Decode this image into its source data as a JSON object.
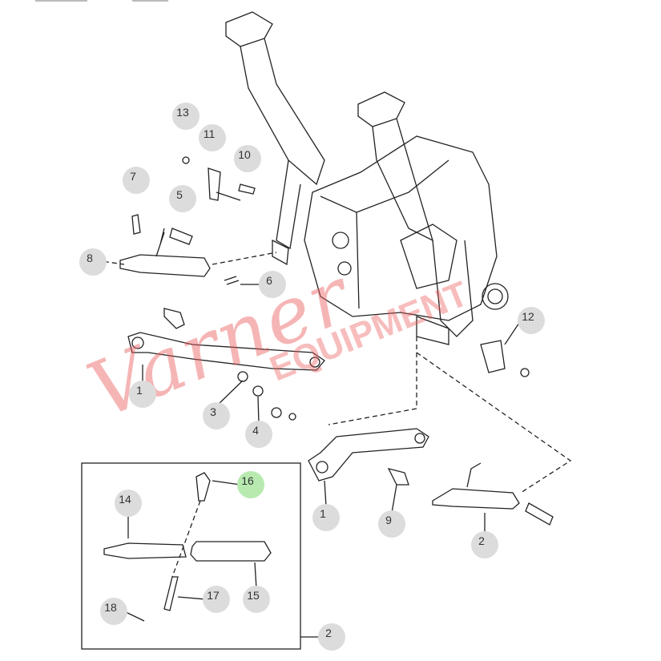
{
  "diagram": {
    "title": "Three-point hitch parts diagram",
    "callouts": [
      "13",
      "11",
      "10",
      "7",
      "5",
      "8",
      "6",
      "12",
      "1",
      "3",
      "4",
      "1",
      "9",
      "2",
      "16",
      "14",
      "15",
      "17",
      "18",
      "2"
    ],
    "highlighted": "16",
    "highlight_color": "#b8eab0",
    "callout_color": "#dcdcdc"
  },
  "watermark": {
    "script": "Varner",
    "block": "EQUIPMENT"
  }
}
